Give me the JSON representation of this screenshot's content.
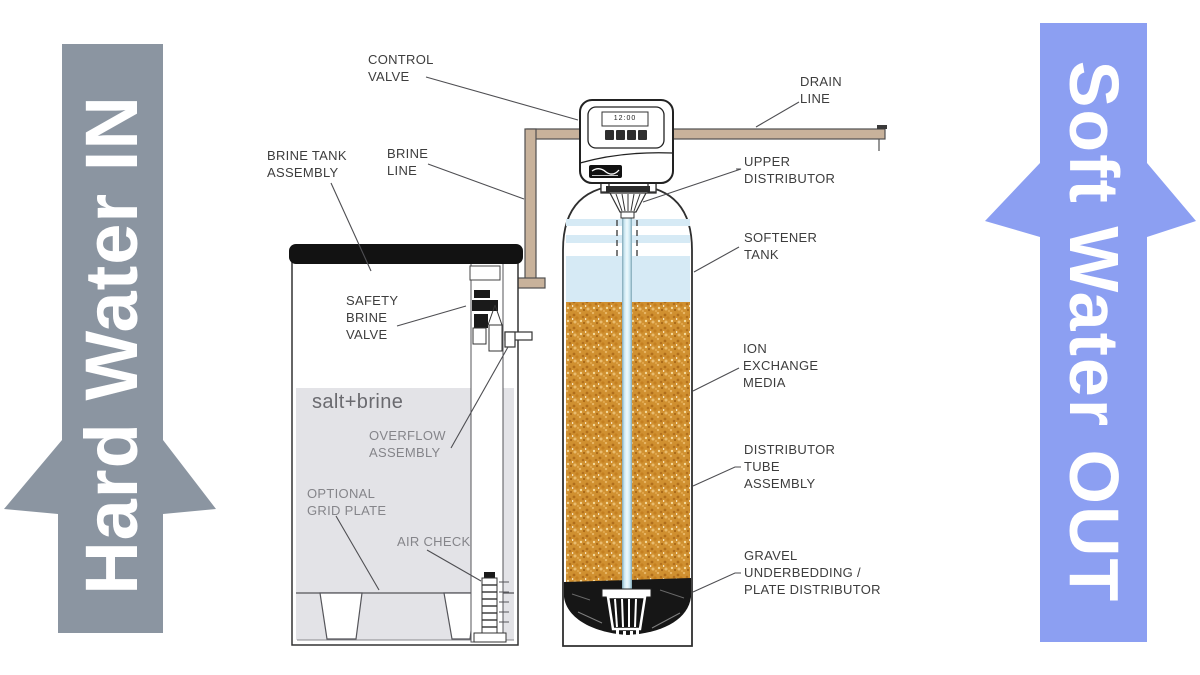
{
  "arrows": {
    "hard_in": "Hard Water IN",
    "soft_out": "Soft Water OUT"
  },
  "valve": {
    "display_time": "12:00"
  },
  "brine_tank": {
    "contents": "salt+brine"
  },
  "labels": {
    "control_valve": "CONTROL\nVALVE",
    "drain_line": "DRAIN\nLINE",
    "brine_tank_assembly": "BRINE TANK\nASSEMBLY",
    "brine_line": "BRINE\nLINE",
    "upper_distributor": "UPPER\nDISTRIBUTOR",
    "softener_tank": "SOFTENER\nTANK",
    "safety_brine_valve": "SAFETY\nBRINE\nVALVE",
    "ion_exchange_media": "ION\nEXCHANGE\nMEDIA",
    "overflow_assembly": "OVERFLOW\nASSEMBLY",
    "optional_grid_plate": "OPTIONAL\nGRID PLATE",
    "air_check": "AIR CHECK",
    "distributor_tube_assembly": "DISTRIBUTOR\nTUBE\nASSEMBLY",
    "gravel_underbedding": "GRAVEL\nUNDERBEDDING /\nPLATE DISTRIBUTOR"
  },
  "colors": {
    "arrow_in": "#8B95A1",
    "arrow_out": "#8C9FF2",
    "pipe": "#C8B29B",
    "water": "#D6EAF5",
    "resin_base": "#D09030",
    "salt_fill": "#E3E3E7",
    "gravel": "#161616",
    "tube_center": "#E8F6FB",
    "lid": "#121212",
    "label_dark": "#3D3D3D",
    "label_gray": "#85858A"
  }
}
